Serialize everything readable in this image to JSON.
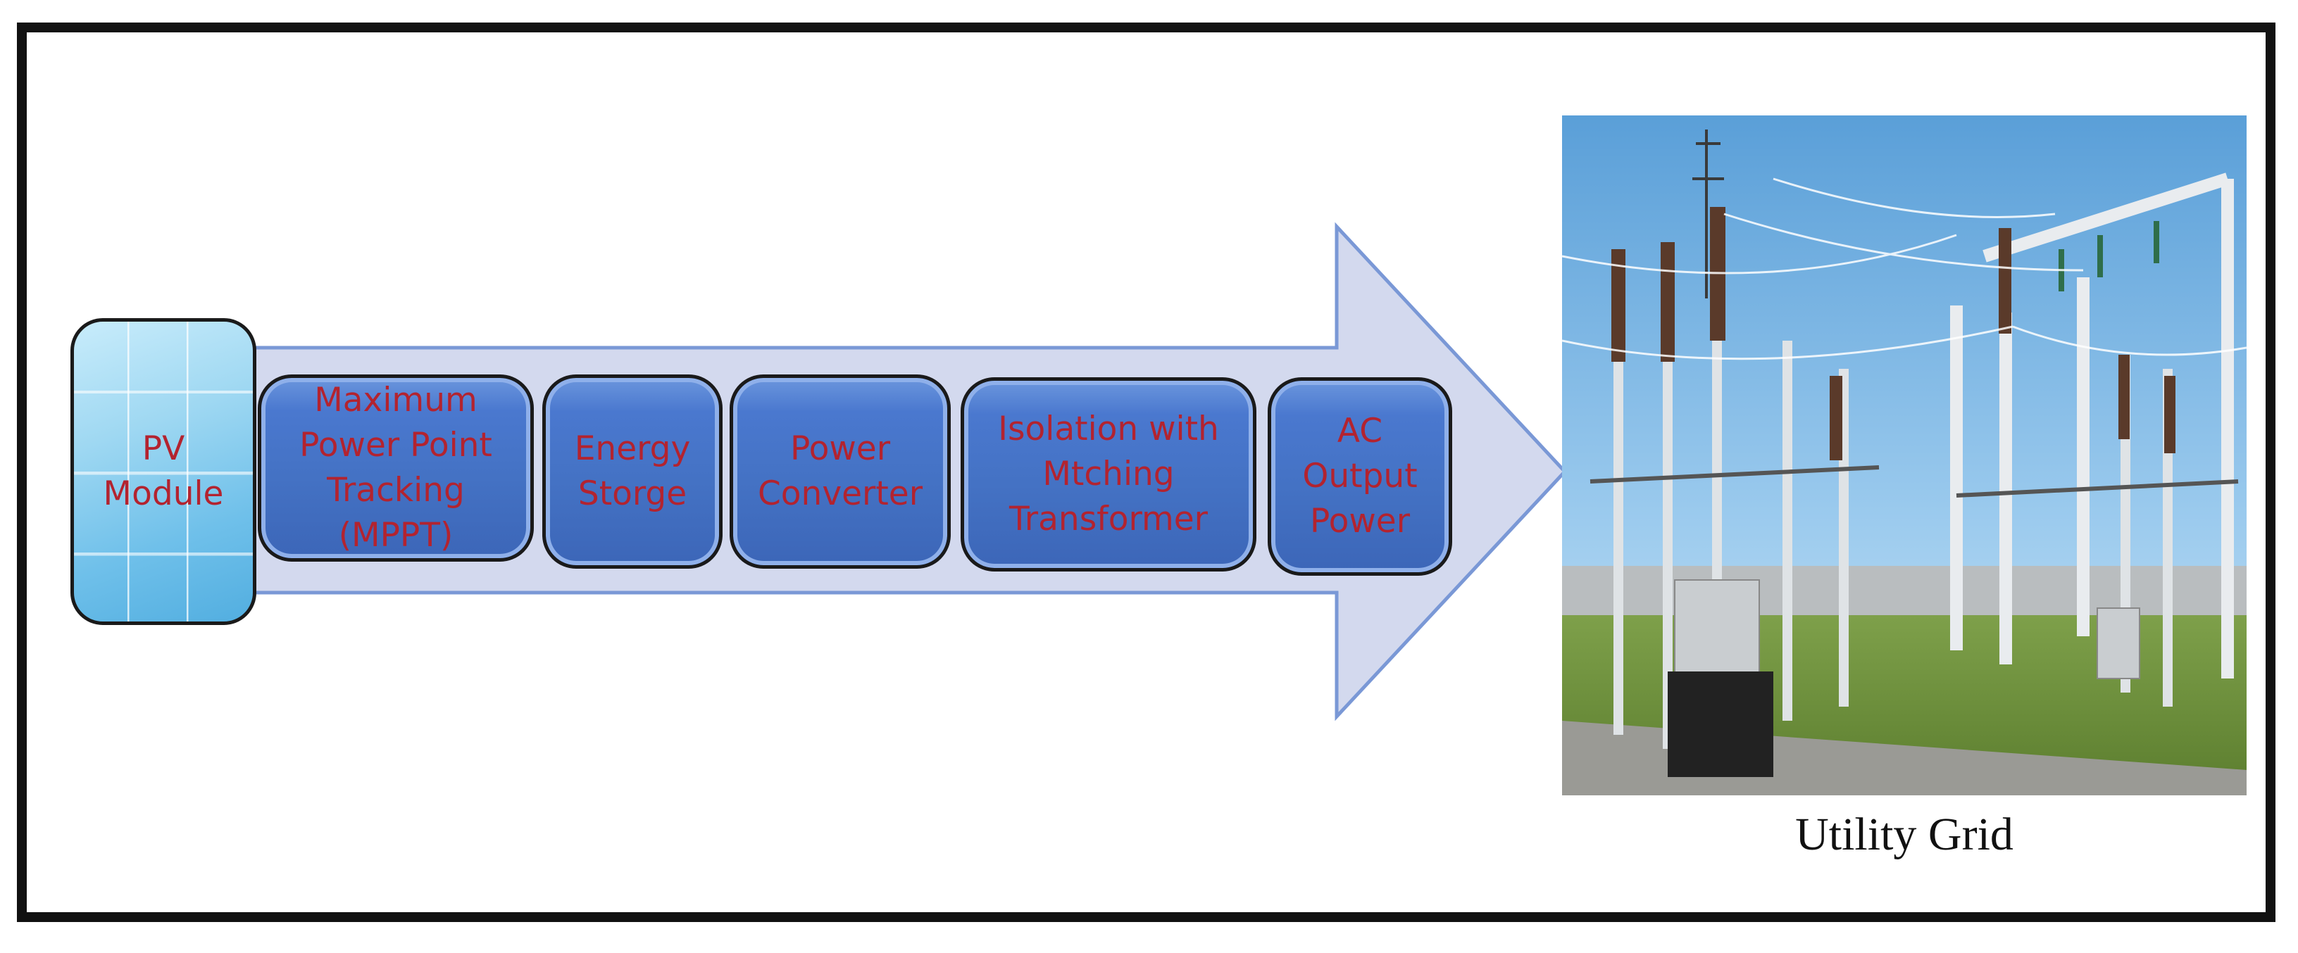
{
  "diagram": {
    "source_node": {
      "label": "PV\nModule"
    },
    "stages": [
      {
        "id": "mppt",
        "label": "Maximum\nPower  Point\nTracking\n(MPPT)"
      },
      {
        "id": "storage",
        "label": "Energy\nStorge"
      },
      {
        "id": "converter",
        "label": "Power\nConverter"
      },
      {
        "id": "transformer",
        "label": "Isolation with\nMtching\nTransformer"
      },
      {
        "id": "ac-output",
        "label": "AC\nOutput\nPower"
      }
    ],
    "destination": {
      "caption": "Utility Grid",
      "image": "electrical-substation-photo"
    }
  },
  "colors": {
    "arrow_fill": "#d3d9ee",
    "arrow_stroke": "#7a98d6",
    "node_fill": "#4472c4",
    "node_text": "#b3232f",
    "frame": "#111111"
  }
}
